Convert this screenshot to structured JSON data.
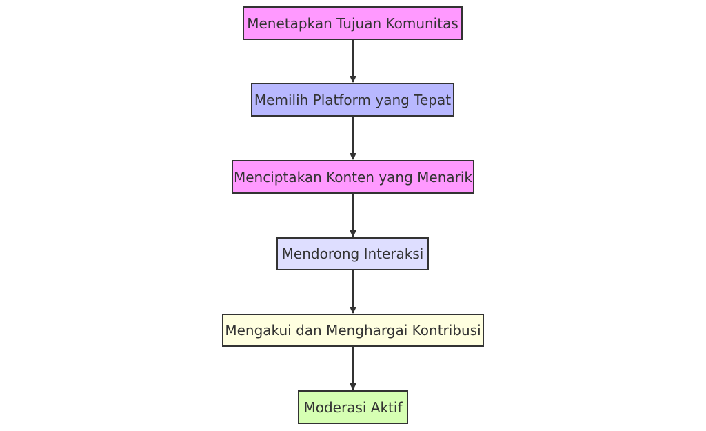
{
  "diagram": {
    "type": "flowchart",
    "direction": "top-to-bottom",
    "nodes": [
      {
        "id": "n1",
        "label": "Menetapkan Tujuan Komunitas",
        "fill": "#ff99ff"
      },
      {
        "id": "n2",
        "label": "Memilih Platform yang Tepat",
        "fill": "#b8b8ff"
      },
      {
        "id": "n3",
        "label": "Menciptakan Konten yang Menarik",
        "fill": "#ff99ff"
      },
      {
        "id": "n4",
        "label": "Mendorong Interaksi",
        "fill": "#dedeff"
      },
      {
        "id": "n5",
        "label": "Mengakui dan Menghargai Kontribusi",
        "fill": "#ffffe0"
      },
      {
        "id": "n6",
        "label": "Moderasi Aktif",
        "fill": "#d6ffb3"
      }
    ],
    "edges": [
      {
        "from": "n1",
        "to": "n2"
      },
      {
        "from": "n2",
        "to": "n3"
      },
      {
        "from": "n3",
        "to": "n4"
      },
      {
        "from": "n4",
        "to": "n5"
      },
      {
        "from": "n5",
        "to": "n6"
      }
    ],
    "colors": {
      "stroke": "#333333",
      "text": "#333333",
      "background": "#ffffff"
    }
  }
}
